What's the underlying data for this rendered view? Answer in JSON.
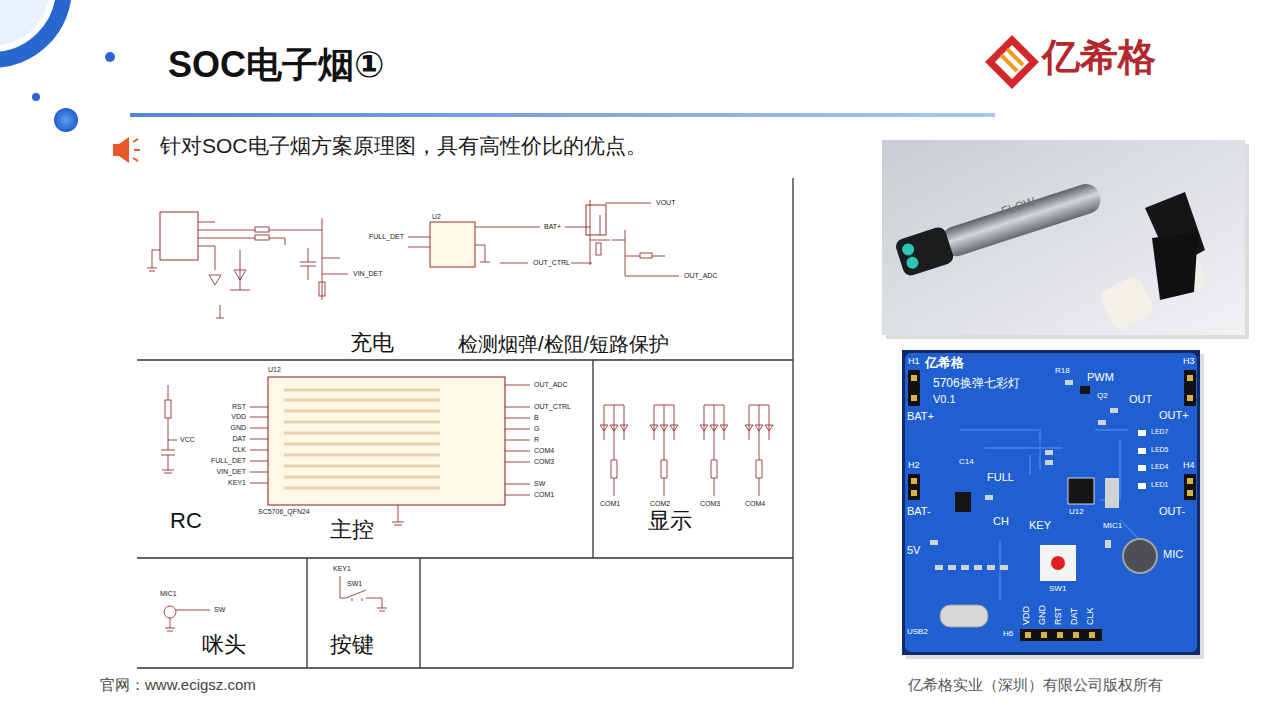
{
  "diagram": {
    "title": "SOC电子烟①",
    "nodes": [
      {
        "text": [
          "充电",
          "检测烟弹/检阻/短路保护"
        ]
      },
      {
        "text": [
          "RC",
          "主控"
        ]
      },
      {
        "text": [
          "显示"
        ]
      },
      {
        "text": [
          "咪头"
        ]
      },
      {
        "text": [
          "按键"
        ]
      }
    ],
    "labels": [
      "亿希格",
      "针对SOC电子烟方案原理图，具有高性价比的优点。",
      "官网：www.ecigsz.com",
      "亿希格实业（深圳）有限公司版权所有",
      "FULL_DET",
      "VIN_DET",
      "U2",
      "BAT+",
      "VOUT",
      "OUT_CTRL",
      "OUT_ADC",
      "RST",
      "VDD",
      "GND",
      "DAT",
      "CLK",
      "FULL_DET",
      "VIN_DET",
      "KEY1",
      "U12",
      "OUT_ADC",
      "OUT_CTRL",
      "B",
      "G",
      "R",
      "COM4",
      "COM3",
      "SW",
      "COM1",
      "SC5706_QFN24",
      "VCC",
      "COM1",
      "COM2",
      "COM3",
      "COM4",
      "MIC1",
      "SW",
      "KEY1",
      "SW1",
      "FLOW",
      "亿希格",
      "5706换弹七彩灯",
      "V0.1",
      "H1",
      "H3",
      "BAT+",
      "PWM",
      "OUT",
      "OUT+",
      "H2",
      "H4",
      "BAT-",
      "OUT-",
      "FULL",
      "CH",
      "KEY",
      "MIC1",
      "MIC",
      "5V",
      "SW1",
      "VDD",
      "GND",
      "RST",
      "DAT",
      "CLK",
      "H6",
      "USB2",
      "LED7",
      "LED5",
      "LED4",
      "LED1",
      "U12",
      "R18",
      "Q2",
      "C14"
    ]
  }
}
